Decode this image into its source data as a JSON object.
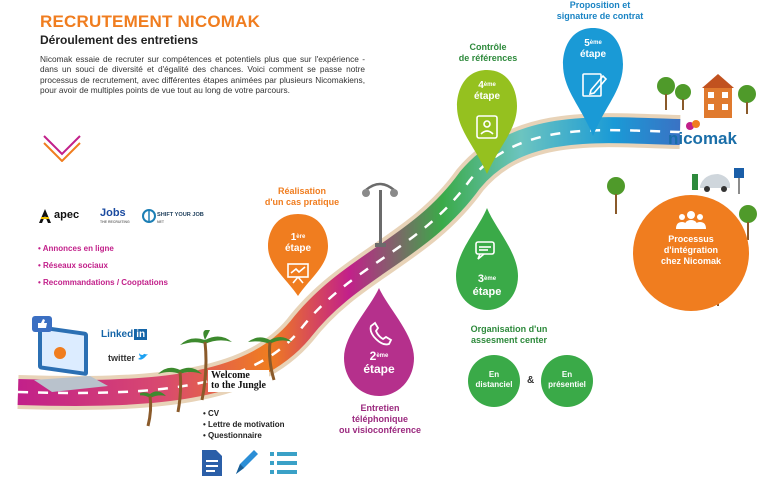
{
  "header": {
    "title": "RECRUTEMENT NICOMAK",
    "subtitle": "Déroulement des entretiens",
    "intro": "Nicomak essaie de recruter sur compétences et potentiels plus que sur l'expérience - dans un souci de diversité et d'égalité des chances. Voici comment se passe notre processus de recrutement, avec différentes étapes animées par plusieurs Nicomakiens, pour avoir de multiples points de vue tout au long de votre parcours."
  },
  "partners": {
    "apec": "apec",
    "jobs": "Jobs",
    "jobs_sub": "THE RECRUITING",
    "shift": "SHIFT YOUR JOB",
    "shift_sub": "NET"
  },
  "channels": [
    "• Annonces en ligne",
    "• Réseaux sociaux",
    "• Recommandations / Cooptations"
  ],
  "social": {
    "linkedin": "Linked",
    "linkedin_in": "in",
    "twitter": "twitter",
    "welcome": "Welcome",
    "jungle": "to the Jungle"
  },
  "documents": [
    "CV",
    "Lettre de motivation",
    "Questionnaire"
  ],
  "steps": [
    {
      "num": "1",
      "sup": "ère",
      "word": "étape",
      "label_lines": [
        "Réalisation",
        "d'un cas pratique"
      ],
      "color": "#f07d1f",
      "icon": "presentation-board-icon"
    },
    {
      "num": "2",
      "sup": "ème",
      "word": "étape",
      "label_lines": [
        "Entretien",
        "téléphonique",
        "ou visioconférence"
      ],
      "color": "#b5308c",
      "icon": "phone-icon"
    },
    {
      "num": "3",
      "sup": "ème",
      "word": "étape",
      "label_lines": [
        "Organisation d'un",
        "assesment center"
      ],
      "color": "#3aaa48",
      "icon": "chat-bubbles-icon"
    },
    {
      "num": "4",
      "sup": "ème",
      "word": "étape",
      "label_lines": [
        "Contrôle",
        "de références"
      ],
      "color": "#95c11f",
      "icon": "id-card-icon"
    },
    {
      "num": "5",
      "sup": "ème",
      "word": "étape",
      "label_lines": [
        "Proposition et",
        "signature de contrat"
      ],
      "color": "#1a9ad6",
      "icon": "pen-sign-icon"
    }
  ],
  "assessment": {
    "distanciel_1": "En",
    "distanciel_2": "distanciel",
    "and": "&",
    "presentiel_1": "En",
    "presentiel_2": "présentiel"
  },
  "integration": {
    "line1": "Processus",
    "line2": "d'intégration",
    "line3": "chez Nicomak"
  },
  "brand": {
    "name": "nicomak"
  },
  "colors": {
    "orange": "#f07d1f",
    "magenta": "#c2208a",
    "green": "#3aaa48",
    "lime": "#95c11f",
    "blue": "#1a9ad6",
    "dark_green": "#2e8a3c"
  }
}
